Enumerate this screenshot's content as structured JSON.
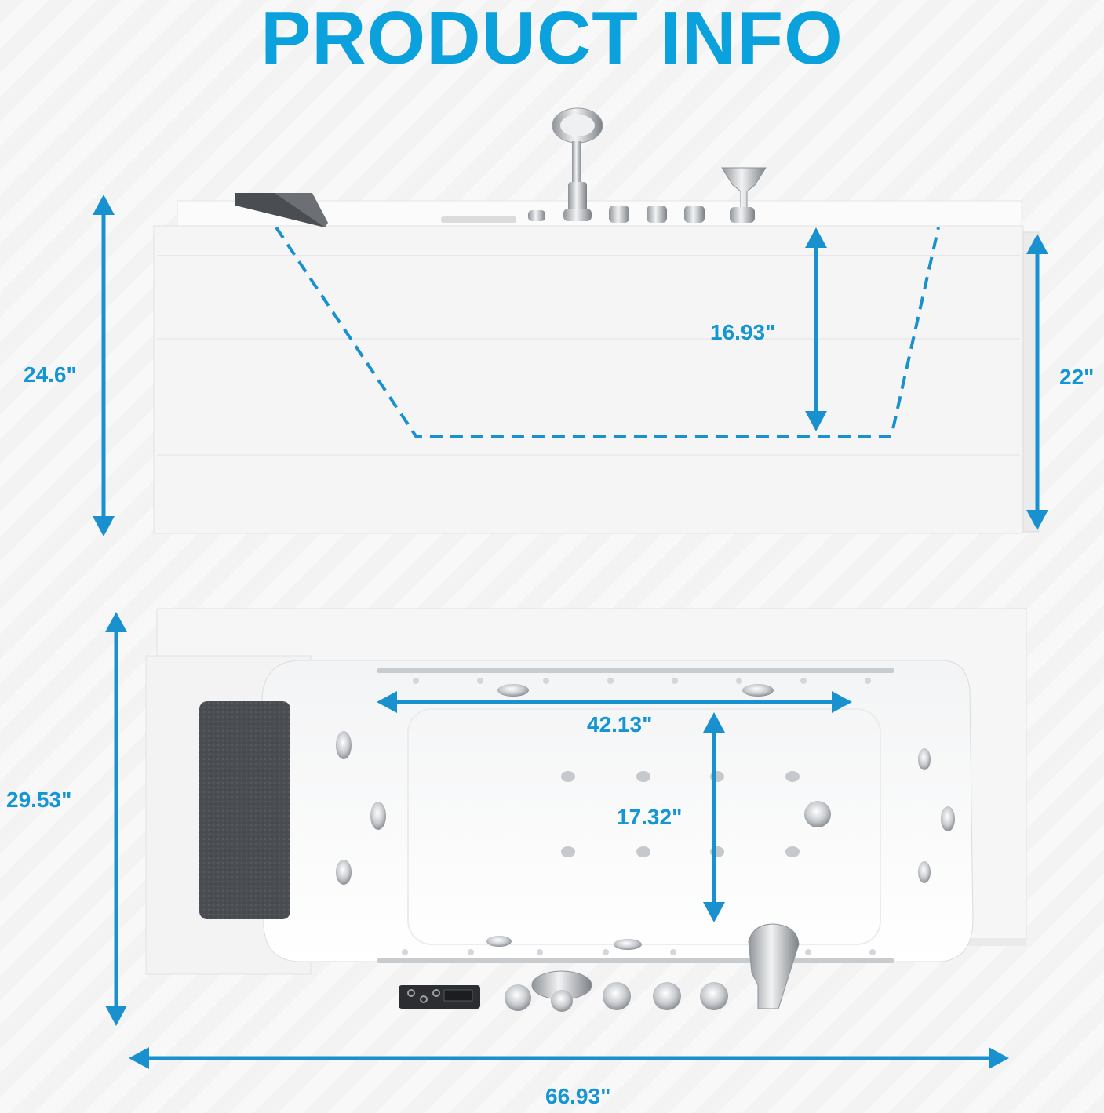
{
  "title": "PRODUCT INFO",
  "side_view": {
    "overall_height": "24.6\"",
    "inner_depth": "16.93\"",
    "apron_height": "22\""
  },
  "top_view": {
    "overall_width": "29.53\"",
    "inner_length": "42.13\"",
    "inner_width": "17.32\"",
    "overall_length": "66.93\""
  },
  "colors": {
    "accent": "#0ba1dc",
    "dimension": "#1496d4",
    "pillow": "#4a4d52",
    "tub": "#f4f4f4"
  }
}
